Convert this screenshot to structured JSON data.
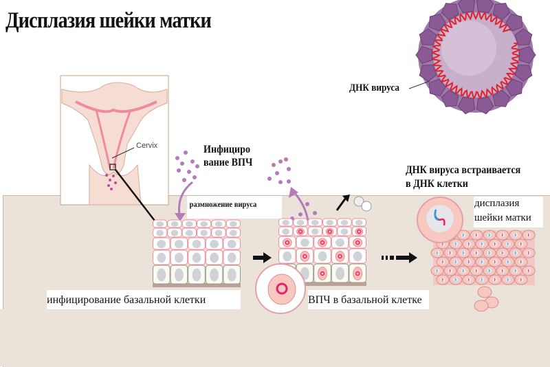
{
  "title": "Дисплазия шейки матки",
  "labels": {
    "virus_dna": "ДНК вируса",
    "cervix": "Cervix",
    "hpv_infection_line1": "Инфициро",
    "hpv_infection_line2": "вание ВПЧ",
    "dna_integration_line1": "ДНК вируса встраивается",
    "dna_integration_line2": "в ДНК клетки",
    "virus_replication": "размножение вируса",
    "dysplasia_line1": "дисплазия",
    "dysplasia_line2": "шейки матки",
    "basal_cell_infection": "инфицирование базальной клетки",
    "hpv_in_basal_cell": "ВПЧ в базальной клетке"
  },
  "colors": {
    "background_panel": "#ebe3da",
    "virus": "#9a6aa0",
    "dna": "#e0202a",
    "cell_outline": "#e58a95",
    "dysplasia_cell": "#f4c2bb"
  }
}
